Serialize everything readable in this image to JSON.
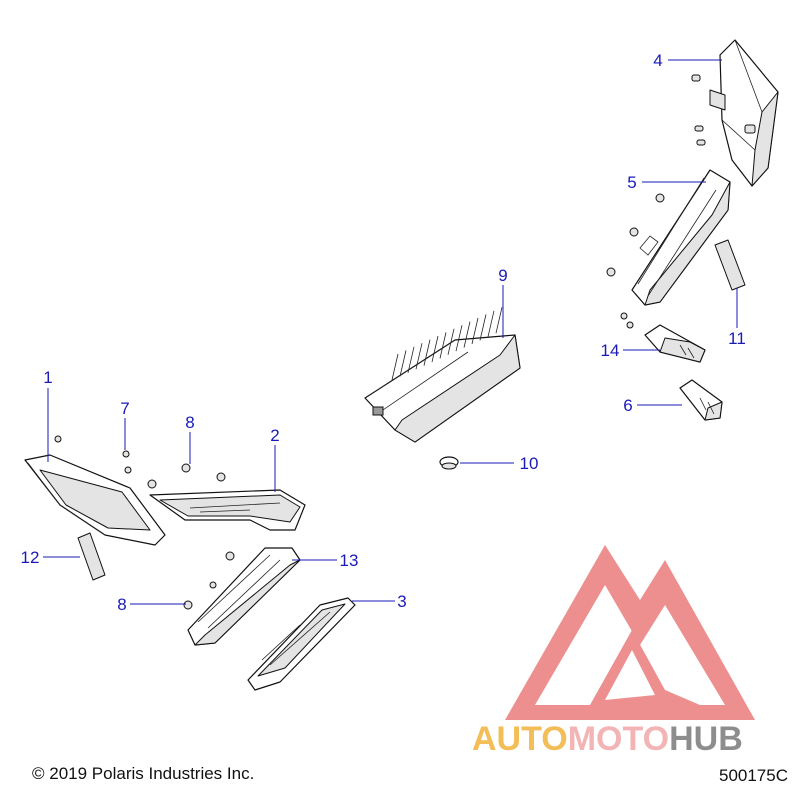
{
  "callouts": [
    {
      "label": "1"
    },
    {
      "label": "2"
    },
    {
      "label": "3"
    },
    {
      "label": "4"
    },
    {
      "label": "5"
    },
    {
      "label": "6"
    },
    {
      "label": "7"
    },
    {
      "label": "8"
    },
    {
      "label": "8"
    },
    {
      "label": "9"
    },
    {
      "label": "10"
    },
    {
      "label": "11"
    },
    {
      "label": "12"
    },
    {
      "label": "13"
    },
    {
      "label": "14"
    }
  ],
  "footer": {
    "copyright": "© 2019 Polaris Industries Inc.",
    "diagram_id": "500175C"
  },
  "watermark": {
    "part1": "AUTO",
    "part2": "MOTO",
    "part3": "HUB",
    "colors": {
      "logo": "#e86a6a",
      "auto": "#f2b23a",
      "moto": "#f0a8a8",
      "hub": "#7a7a7a"
    }
  },
  "colors": {
    "callout": "#1a1ab8",
    "line": "#111111"
  }
}
